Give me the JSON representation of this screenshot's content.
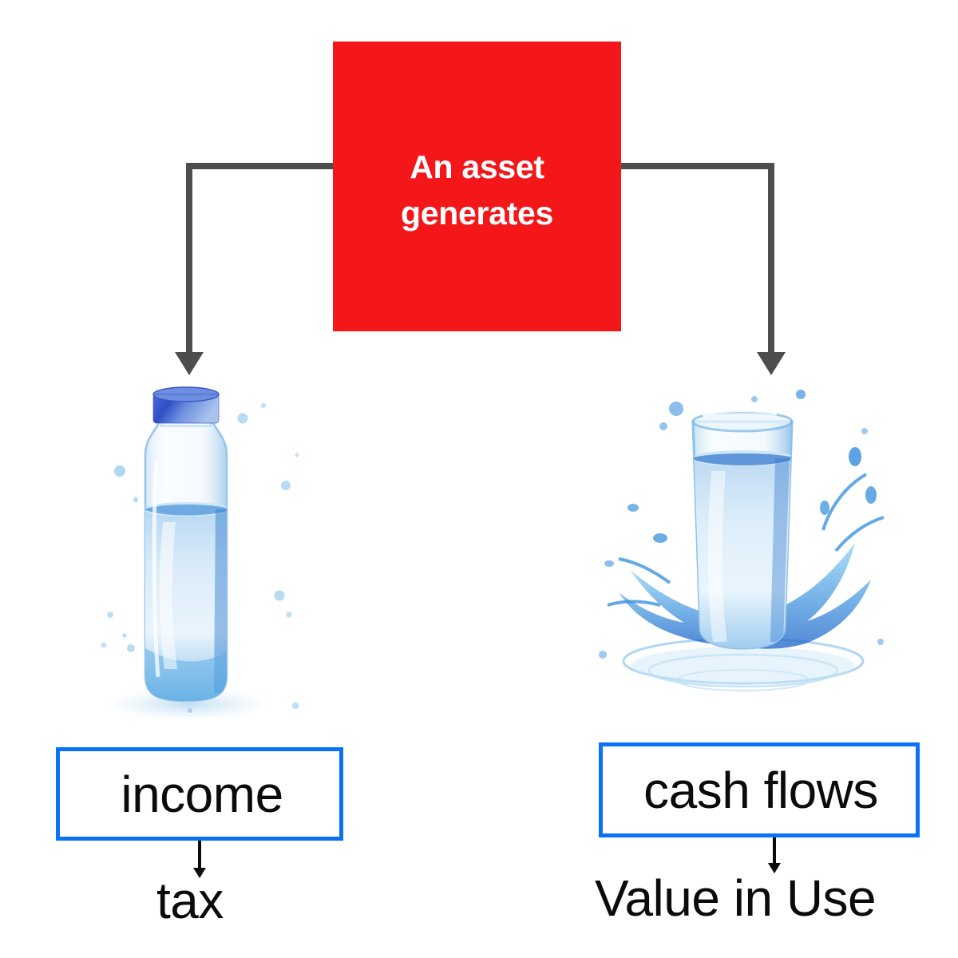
{
  "diagram": {
    "title": "An asset generates",
    "background_color": "#FFFFFF"
  },
  "colors": {
    "red": "#F4171A",
    "blue": "#0A72F5",
    "connector_gray": "#4D4D4D",
    "text_dark": "#0B0B0B",
    "text_light": "#FFFFFF",
    "water_blue": "#4FA3E8",
    "water_deep": "#1E63C8",
    "cap_blue": "#3A55C8"
  },
  "source_node": {
    "label": "An asset\ngenerates",
    "line1": "An asset",
    "line2": "generates",
    "fill": "#F4171A",
    "text_color": "#FFFFFF"
  },
  "branches": [
    {
      "id": "left",
      "illustration_name": "water-bottle-illustration",
      "illustration_alt": "watercolor water bottle with blue cap",
      "box_label": "income",
      "leaf_label": "tax"
    },
    {
      "id": "right",
      "illustration_name": "water-glass-splash-illustration",
      "illustration_alt": "watercolor glass of water with splash",
      "box_label": "cash flows",
      "leaf_label": "Value in Use"
    }
  ],
  "left_branch": {
    "box_label": "income",
    "leaf_label": "tax"
  },
  "right_branch": {
    "box_label": "cash flows",
    "leaf_label": "Value in Use"
  },
  "connectors": {
    "left_arrow_name": "elbow-arrow-left",
    "right_arrow_name": "elbow-arrow-right",
    "mini_arrow_left_name": "down-arrow-income-to-tax",
    "mini_arrow_right_name": "down-arrow-cashflows-to-value-in-use"
  }
}
